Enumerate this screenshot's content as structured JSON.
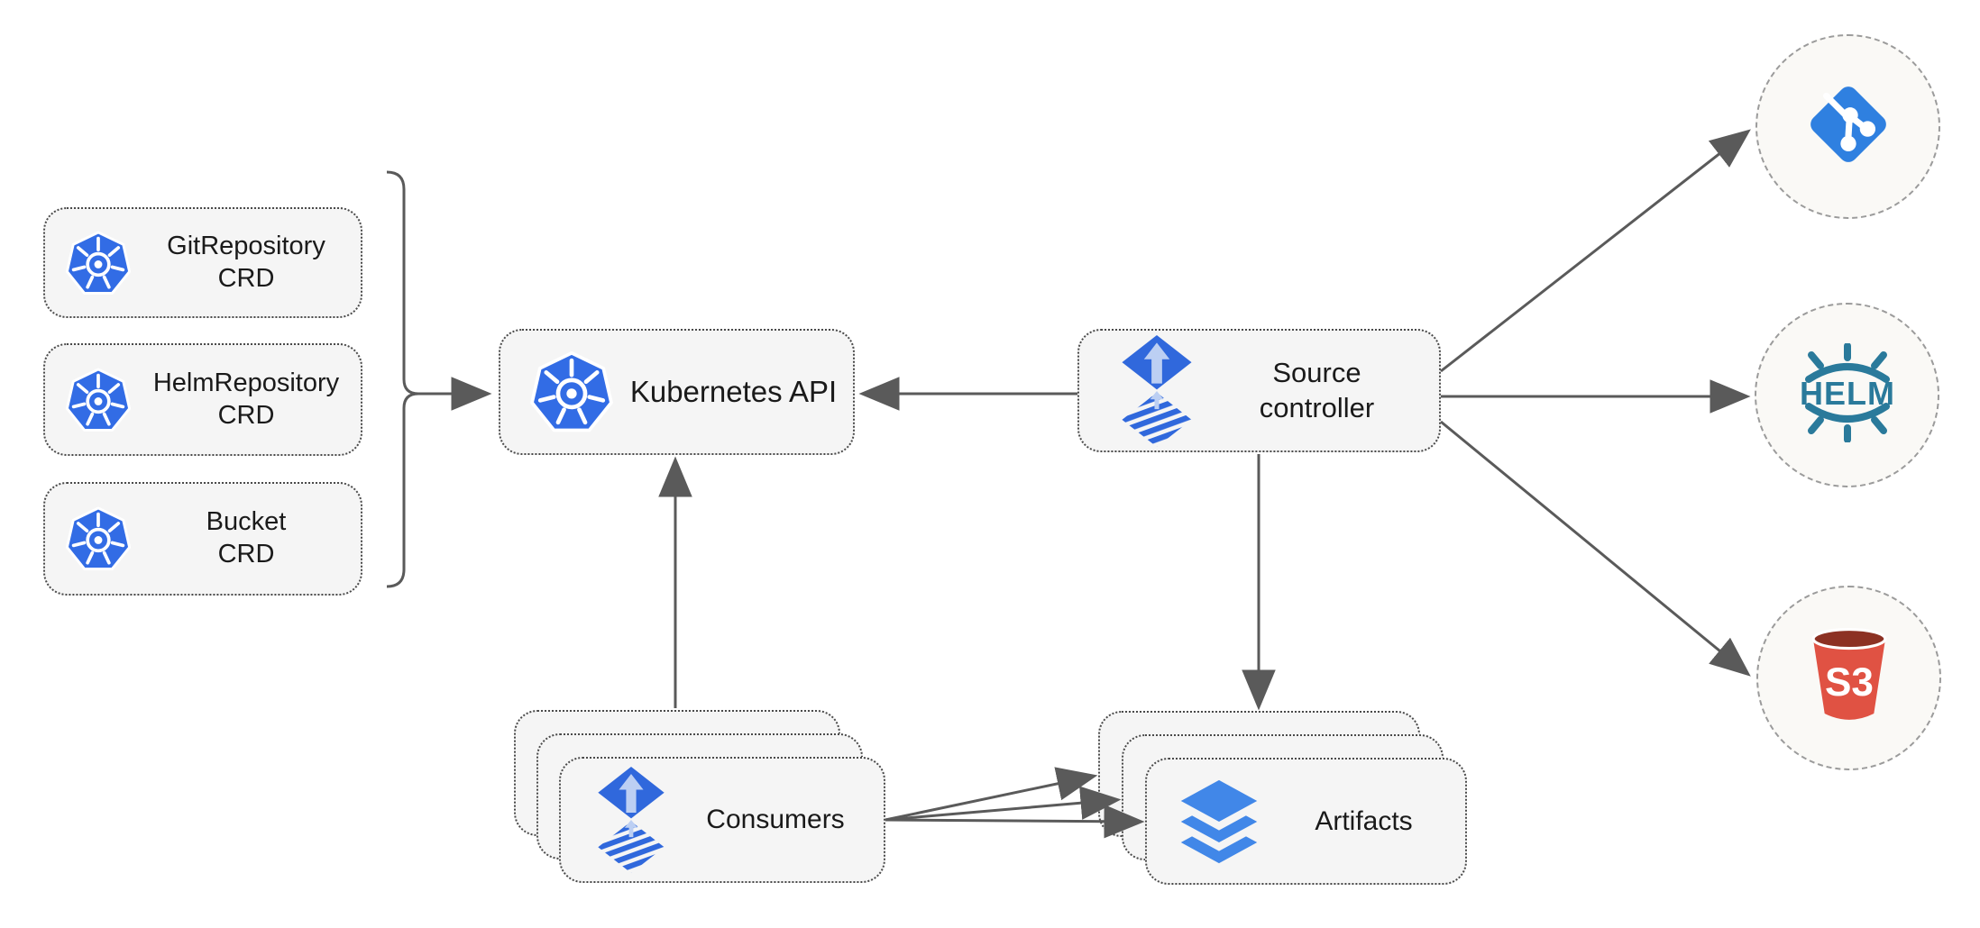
{
  "nodes": {
    "git_repository_crd": {
      "line1": "GitRepository",
      "line2": "CRD",
      "icon": "kubernetes-icon"
    },
    "helm_repository_crd": {
      "line1": "HelmRepository",
      "line2": "CRD",
      "icon": "kubernetes-icon"
    },
    "bucket_crd": {
      "line1": "Bucket",
      "line2": "CRD",
      "icon": "kubernetes-icon"
    },
    "kubernetes_api": {
      "label": "Kubernetes API",
      "icon": "kubernetes-icon"
    },
    "source_controller": {
      "line1": "Source",
      "line2": "controller",
      "icon": "flux-icon"
    },
    "consumers": {
      "label": "Consumers",
      "icon": "flux-icon",
      "stacked_count": 3
    },
    "artifacts": {
      "label": "Artifacts",
      "icon": "layers-icon",
      "stacked_count": 3
    }
  },
  "externals": {
    "git": {
      "icon": "git-icon"
    },
    "helm": {
      "icon": "helm-icon",
      "text": "HELM"
    },
    "s3": {
      "icon": "s3-bucket-icon",
      "text": "S3"
    }
  },
  "colors": {
    "kubernetes_blue": "#326CE5",
    "flux_blue": "#3068DC",
    "flux_arrow_light": "#BCCFF3",
    "layers_blue": "#4187E8",
    "git_blue": "#2F80E0",
    "helm_teal": "#2A7A9B",
    "s3_red": "#E05243",
    "s3_dark_red": "#8C3123",
    "node_fill": "#F5F5F5",
    "node_border": "#4A4A4A",
    "circle_fill": "#FAF9F6",
    "circle_border": "#9B9B9B",
    "arrow_gray": "#5A5A5A",
    "text_black": "#1A1A1A"
  }
}
